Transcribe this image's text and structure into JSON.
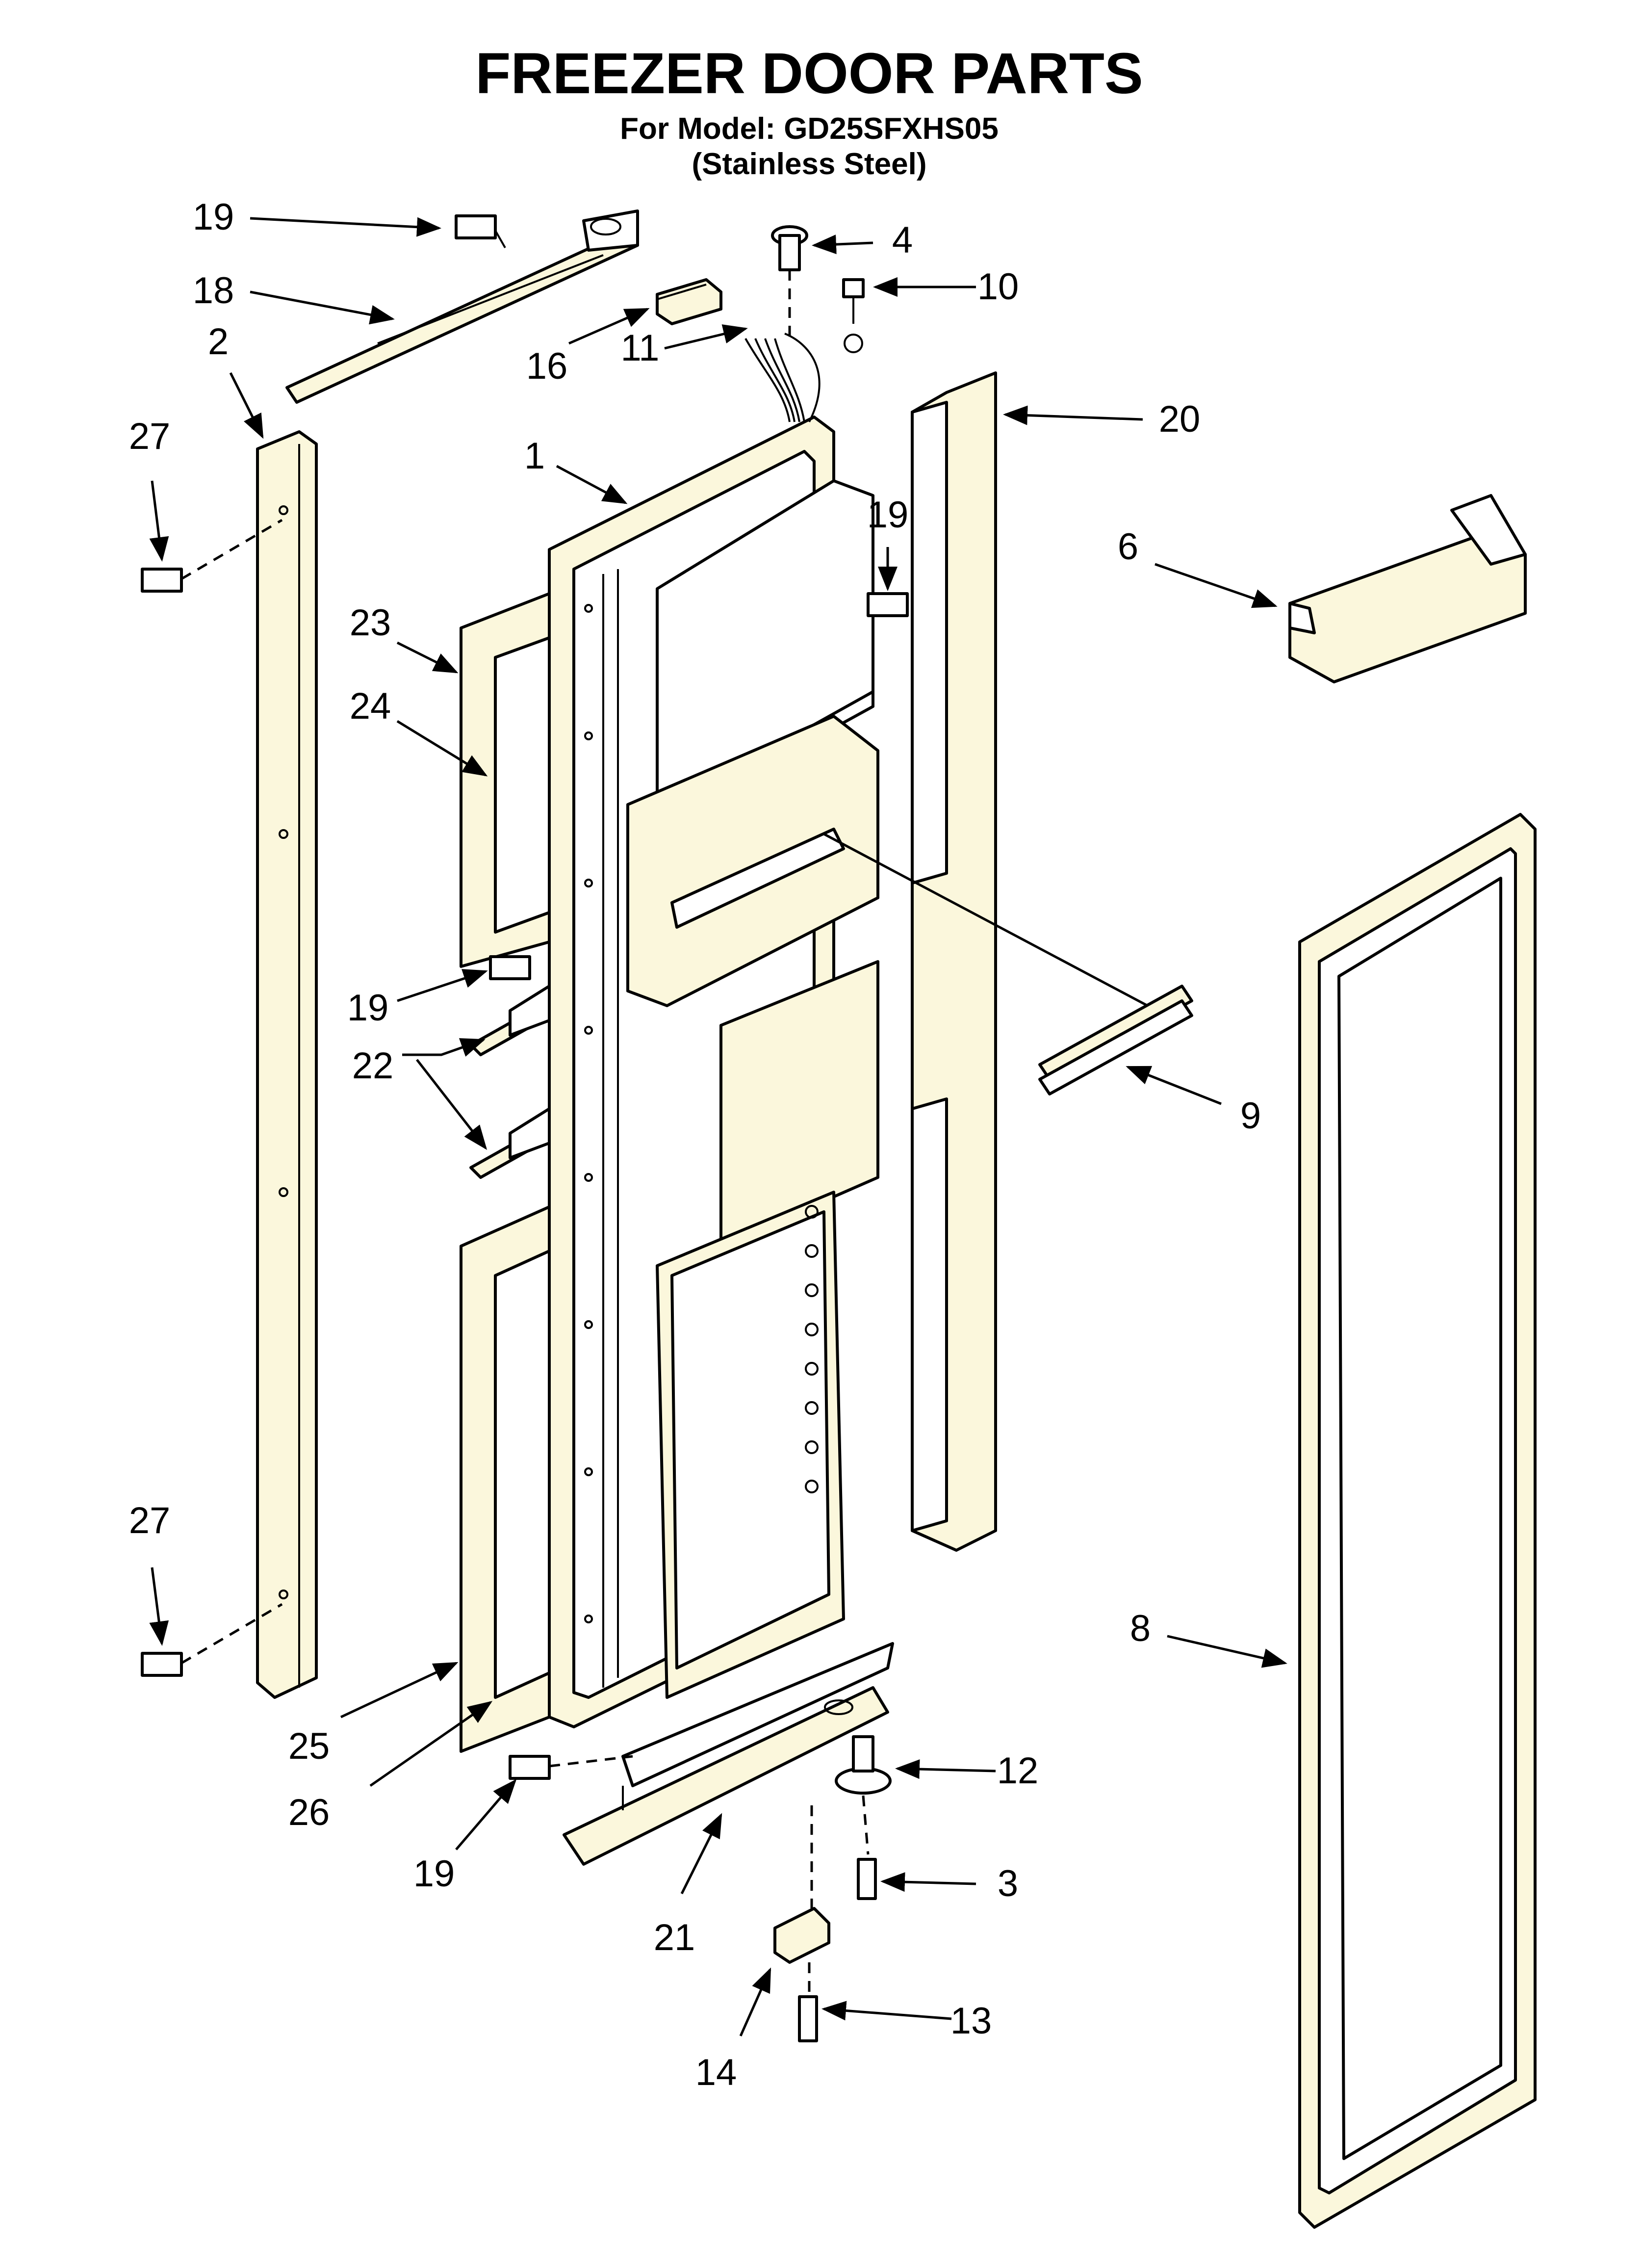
{
  "header": {
    "title": "FREEZER DOOR PARTS",
    "model_line": "For Model: GD25SFXHS05",
    "finish_line": "(Stainless Steel)"
  },
  "callouts": [
    {
      "id": "c19a",
      "label": "19"
    },
    {
      "id": "c18",
      "label": "18"
    },
    {
      "id": "c2",
      "label": "2"
    },
    {
      "id": "c27a",
      "label": "27"
    },
    {
      "id": "c4",
      "label": "4"
    },
    {
      "id": "c10",
      "label": "10"
    },
    {
      "id": "c16",
      "label": "16"
    },
    {
      "id": "c11",
      "label": "11"
    },
    {
      "id": "c20",
      "label": "20"
    },
    {
      "id": "c1",
      "label": "1"
    },
    {
      "id": "c19b",
      "label": "19"
    },
    {
      "id": "c6",
      "label": "6"
    },
    {
      "id": "c23",
      "label": "23"
    },
    {
      "id": "c24",
      "label": "24"
    },
    {
      "id": "c19c",
      "label": "19"
    },
    {
      "id": "c22",
      "label": "22"
    },
    {
      "id": "c9",
      "label": "9"
    },
    {
      "id": "c27b",
      "label": "27"
    },
    {
      "id": "c8",
      "label": "8"
    },
    {
      "id": "c25",
      "label": "25"
    },
    {
      "id": "c26",
      "label": "26"
    },
    {
      "id": "c12",
      "label": "12"
    },
    {
      "id": "c19d",
      "label": "19"
    },
    {
      "id": "c3",
      "label": "3"
    },
    {
      "id": "c21",
      "label": "21"
    },
    {
      "id": "c13",
      "label": "13"
    },
    {
      "id": "c14",
      "label": "14"
    }
  ]
}
